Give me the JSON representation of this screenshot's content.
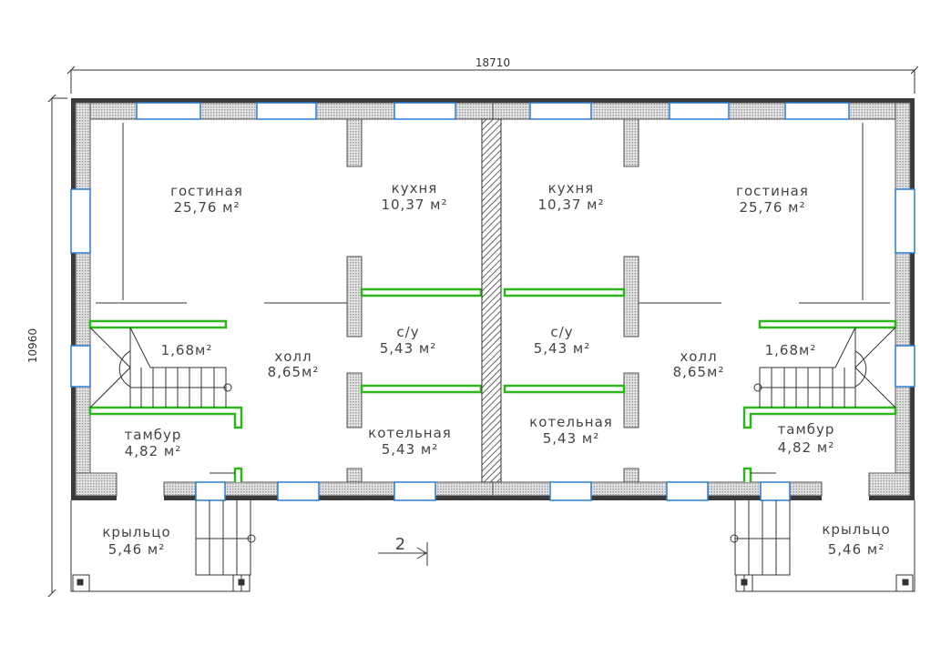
{
  "dimensions": {
    "width": "18710",
    "height": "10960"
  },
  "section_mark": "2",
  "rooms_left": [
    {
      "name": "гостиная",
      "area": "25,76 м²"
    },
    {
      "name": "кухня",
      "area": "10,37 м²"
    },
    {
      "name": "с/у",
      "area": "5,43 м²"
    },
    {
      "name": "",
      "area": "1,68м²"
    },
    {
      "name": "холл",
      "area": "8,65м²"
    },
    {
      "name": "тамбур",
      "area": "4,82 м²"
    },
    {
      "name": "котельная",
      "area": "5,43 м²"
    },
    {
      "name": "крыльцо",
      "area": "5,46 м²"
    }
  ],
  "rooms_right": [
    {
      "name": "гостиная",
      "area": "25,76 м²"
    },
    {
      "name": "кухня",
      "area": "10,37 м²"
    },
    {
      "name": "с/у",
      "area": "5,43 м²"
    },
    {
      "name": "",
      "area": "1,68м²"
    },
    {
      "name": "холл",
      "area": "8,65м²"
    },
    {
      "name": "тамбур",
      "area": "4,82 м²"
    },
    {
      "name": "котельная",
      "area": "5,43 м²"
    },
    {
      "name": "крыльцо",
      "area": "5,46 м²"
    }
  ],
  "colors": {
    "window": "#2a7bd8",
    "partition": "#2fb51c",
    "wall_hatch": "#bdbdbd"
  }
}
